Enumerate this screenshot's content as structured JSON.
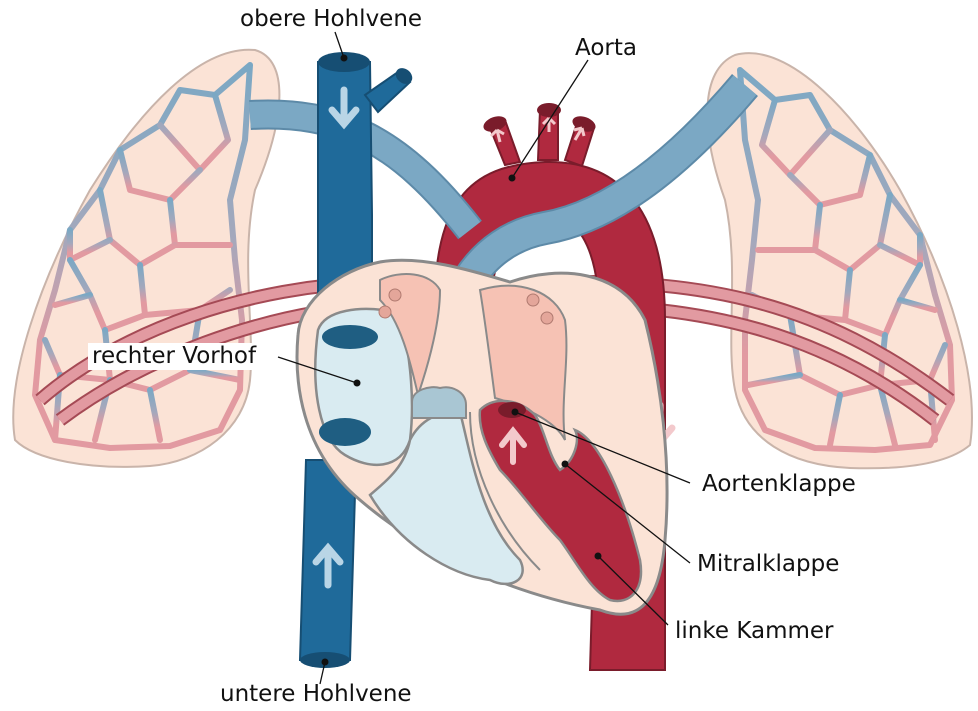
{
  "labels": {
    "superior_vena_cava": "obere Hohlvene",
    "aorta": "Aorta",
    "right_atrium": "rechter Vorhof",
    "aortic_valve": "Aortenklappe",
    "mitral_valve": "Mitralklappe",
    "left_ventricle": "linke Kammer",
    "inferior_vena_cava": "untere Hohlvene"
  },
  "colors": {
    "deoxygenated_blood": "#1f6a9a",
    "pulmonary_artery": "#7ba8c4",
    "oxygenated_blood": "#b0293f",
    "pulmonary_vein": "#e29aa1",
    "lung_tissue": "#fbe3d6",
    "heart_wall": "#fbe3d6",
    "right_chamber": "#d9ebf1",
    "left_atrium": "#f6c2b4",
    "outline": "#8a8a8a"
  }
}
